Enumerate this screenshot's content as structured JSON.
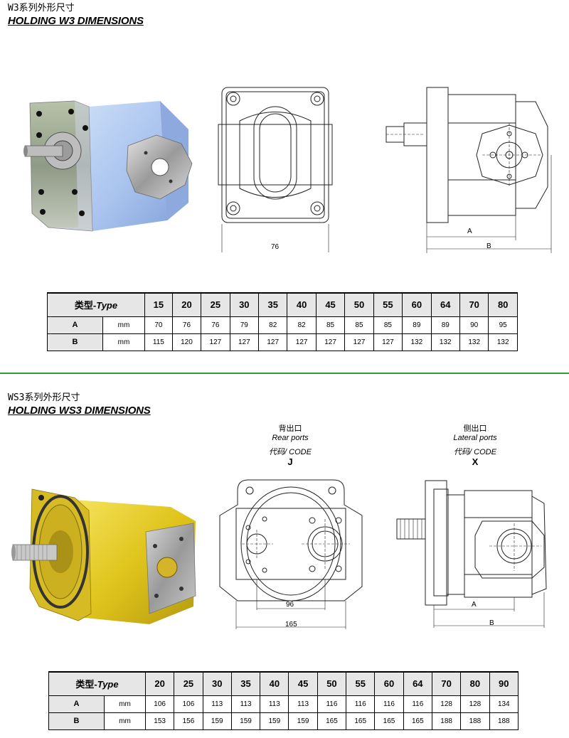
{
  "w3": {
    "title_cn": "W3系列外形尺寸",
    "title_en": "HOLDING W3 DIMENSIONS",
    "dim_76": "76",
    "dim_A": "A",
    "dim_B": "B",
    "table": {
      "type_cn": "类型-",
      "type_en": "Type",
      "types": [
        "15",
        "20",
        "25",
        "30",
        "35",
        "40",
        "45",
        "50",
        "55",
        "60",
        "64",
        "70",
        "80"
      ],
      "rows": [
        {
          "label": "A",
          "unit": "mm",
          "values": [
            "70",
            "76",
            "76",
            "79",
            "82",
            "82",
            "85",
            "85",
            "85",
            "89",
            "89",
            "90",
            "95"
          ]
        },
        {
          "label": "B",
          "unit": "mm",
          "values": [
            "115",
            "120",
            "127",
            "127",
            "127",
            "127",
            "127",
            "127",
            "127",
            "132",
            "132",
            "132",
            "132"
          ]
        }
      ]
    }
  },
  "ws3": {
    "title_cn": "WS3系列外形尺寸",
    "title_en": "HOLDING WS3 DIMENSIONS",
    "rear_cn": "背出口",
    "rear_en": "Rear ports",
    "rear_code": "代码/ CODE",
    "rear_letter": "J",
    "lateral_cn": "侧出口",
    "lateral_en": "Lateral ports",
    "lateral_code": "代码/ CODE",
    "lateral_letter": "X",
    "dim_96": "96",
    "dim_165": "165",
    "dim_A": "A",
    "dim_B": "B",
    "table": {
      "type_cn": "类型-",
      "type_en": "Type",
      "types": [
        "20",
        "25",
        "30",
        "35",
        "40",
        "45",
        "50",
        "55",
        "60",
        "64",
        "70",
        "80",
        "90"
      ],
      "rows": [
        {
          "label": "A",
          "unit": "mm",
          "values": [
            "106",
            "106",
            "113",
            "113",
            "113",
            "113",
            "116",
            "116",
            "116",
            "116",
            "128",
            "128",
            "134"
          ]
        },
        {
          "label": "B",
          "unit": "mm",
          "values": [
            "153",
            "156",
            "159",
            "159",
            "159",
            "159",
            "165",
            "165",
            "165",
            "165",
            "188",
            "188",
            "188"
          ]
        }
      ]
    }
  }
}
